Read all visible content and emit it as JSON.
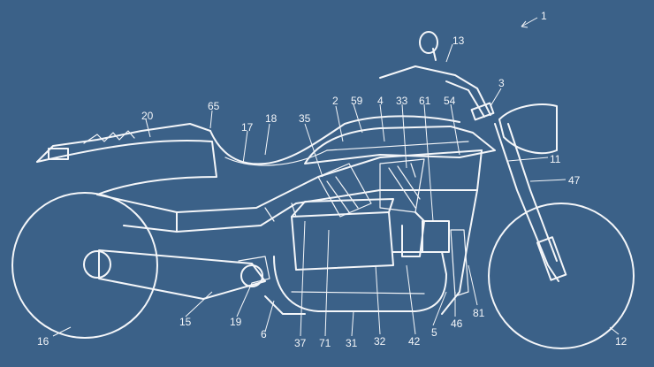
{
  "figure": {
    "background": "#3b6188",
    "line_color": "#f4f6f9",
    "labels": {
      "l1": "1",
      "l2": "2",
      "l3": "3",
      "l4": "4",
      "l5": "5",
      "l6": "6",
      "l11": "11",
      "l12": "12",
      "l13": "13",
      "l15": "15",
      "l16": "16",
      "l17": "17",
      "l18": "18",
      "l19": "19",
      "l20": "20",
      "l31": "31",
      "l32": "32",
      "l33": "33",
      "l35": "35",
      "l37": "37",
      "l42": "42",
      "l46": "46",
      "l47": "47",
      "l54": "54",
      "l59": "59",
      "l61": "61",
      "l65": "65",
      "l71": "71",
      "l81": "81"
    }
  }
}
